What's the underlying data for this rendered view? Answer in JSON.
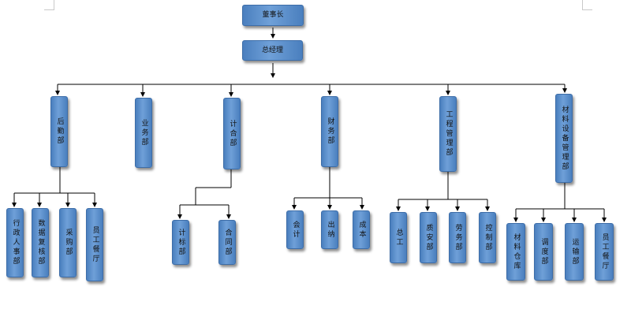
{
  "nodes": {
    "chairman": "董事长",
    "general_manager": "总经理",
    "logistics": "后勤部",
    "business": "业务部",
    "planning_contract": "计合部",
    "finance": "财务部",
    "engineering_mgmt": "工程管理部",
    "materials_equipment": "材料设备管理部",
    "admin_hr": "行政人事部",
    "data_review": "数据复核部",
    "purchasing": "采购部",
    "staff_canteen_a": "员工餐厅",
    "planning_section": "计标部",
    "contract_section": "合同部",
    "accounting": "会计",
    "cashier": "出纳",
    "cost": "成本",
    "chief_engineer": "总工",
    "quality_safety": "质安部",
    "labor_services": "劳务部",
    "budget_control": "控制部",
    "materials_warehouse": "材料仓库",
    "dispatch": "调度部",
    "transport": "运输部",
    "staff_canteen_b": "员工餐厅"
  }
}
